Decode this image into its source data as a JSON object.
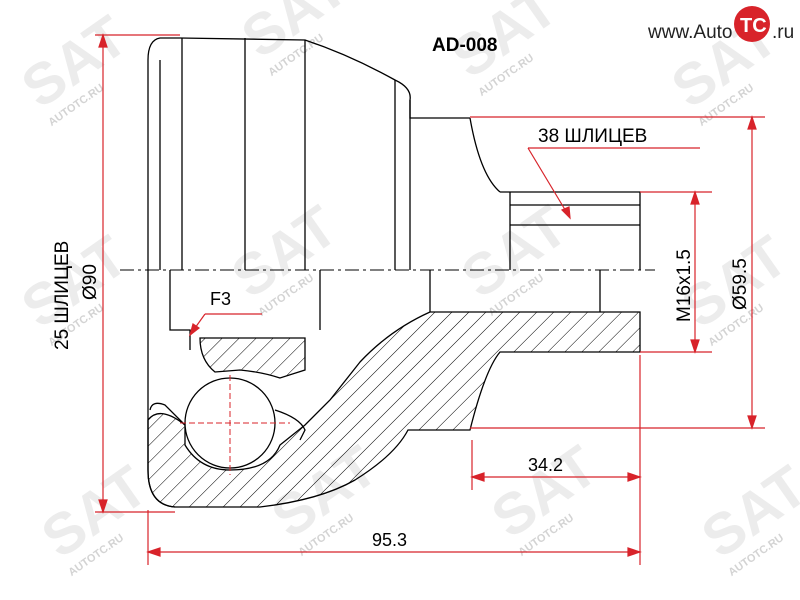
{
  "part_number": "AD-008",
  "logo": {
    "prefix": "www.Auto",
    "mark": "TC",
    "suffix": ".ru",
    "mark_color": "#d8232a"
  },
  "watermark": {
    "text": "AUTOTC.RU",
    "brand": "SAT"
  },
  "labels": {
    "inner_splines": "25 ШЛИЦЕВ",
    "outer_diameter": "Ø90",
    "outer_splines": "38 ШЛИЦЕВ",
    "thread": "M16x1.5",
    "seal_diameter": "Ø59.5",
    "shaft_length": "34.2",
    "total_length": "95.3",
    "flat": "F3"
  },
  "colors": {
    "line": "#000000",
    "dimension": "#d8232a",
    "watermark": "#c9c9c9"
  }
}
